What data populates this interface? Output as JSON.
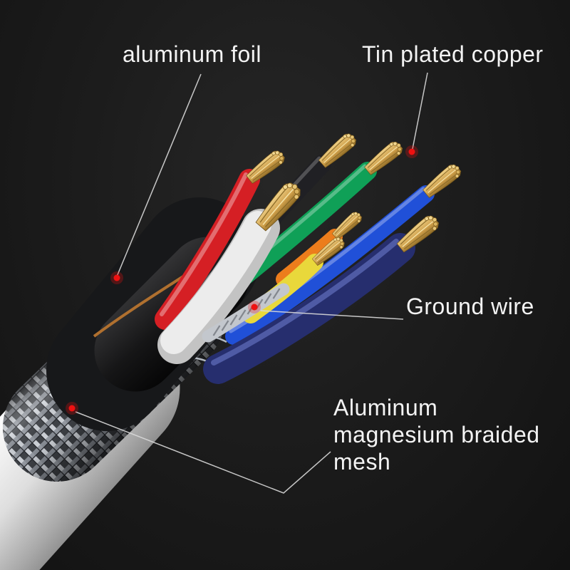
{
  "scene": {
    "type": "cable-cross-section-diagram",
    "background": "#1c1c1c"
  },
  "labels": {
    "aluminum_foil": "aluminum foil",
    "tin_plated_copper": "Tin plated copper",
    "ground_wire": "Ground wire",
    "braided_mesh": "Aluminum magnesium braided mesh"
  },
  "colors": {
    "marker": "#ee1111",
    "leader_line": "#d9d9d9",
    "jacket": "#e8e8e8",
    "mesh_silver": "#c6cad1",
    "foil_black": "#17181a",
    "copper_tip": "#d8ae5e",
    "wire_red": "#d51f24",
    "wire_black": "#202024",
    "wire_green": "#0fa057",
    "wire_white": "#ececec",
    "wire_orange": "#ec7d1c",
    "wire_yellow": "#e9d83b",
    "wire_blue": "#2050d8",
    "wire_navy": "#262e6e",
    "ground_strand_silver": "#c3c7cd",
    "drain_copper": "#b0702f"
  }
}
